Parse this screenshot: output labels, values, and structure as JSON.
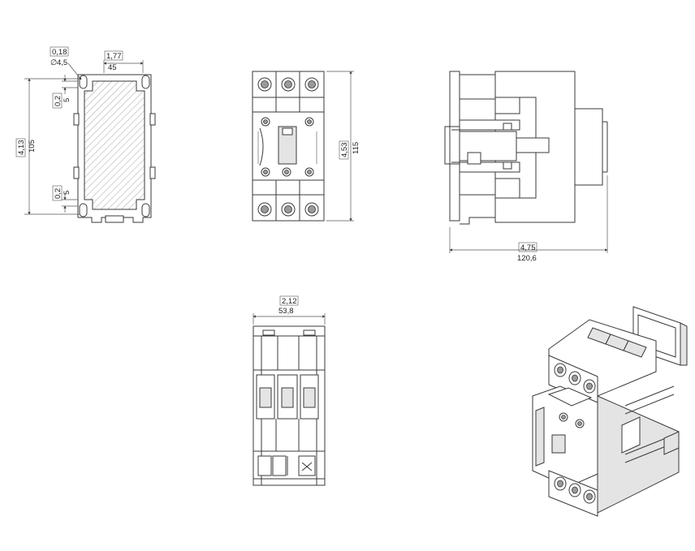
{
  "views": {
    "mounting": {
      "hole_tol": "0,18",
      "hole_dia_symbol": "∅",
      "hole_dia": "4,5",
      "width_in": "1,77",
      "width_mm": "45",
      "height_in": "4,13",
      "height_mm": "105",
      "top_offset_in": "0,2",
      "top_offset_mm": "5",
      "bottom_offset_in": "0,2",
      "bottom_offset_mm": "5"
    },
    "front": {
      "height_in": "4,53",
      "height_mm": "115"
    },
    "side": {
      "depth_in": "4,75",
      "depth_mm": "120,6"
    },
    "top": {
      "width_in": "2,12",
      "width_mm": "53,8"
    }
  }
}
